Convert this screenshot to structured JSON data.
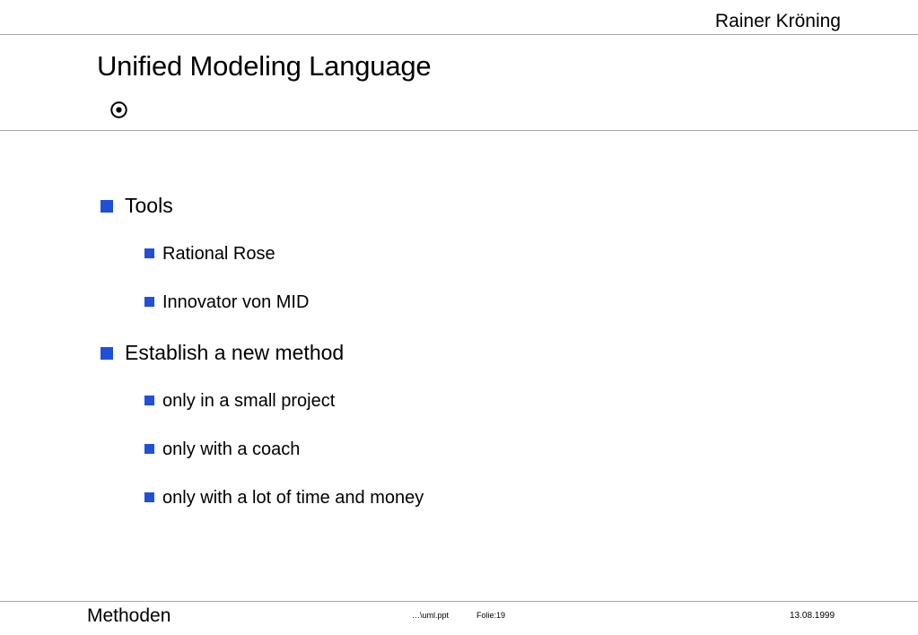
{
  "header": {
    "author": "Rainer Kröning",
    "title": "Unified Modeling Language",
    "title_icon": "target-dot-icon"
  },
  "body": {
    "items": [
      {
        "level": 1,
        "text": "Tools"
      },
      {
        "level": 2,
        "text": "Rational Rose"
      },
      {
        "level": 2,
        "text": "Innovator von MID"
      },
      {
        "level": 1,
        "text": "Establish a new method"
      },
      {
        "level": 2,
        "text": "only in a small project"
      },
      {
        "level": 2,
        "text": "only with a coach"
      },
      {
        "level": 2,
        "text": "only with a lot of time and money"
      }
    ]
  },
  "footer": {
    "section": "Methoden",
    "file": "…\\uml.ppt",
    "slide_number": "Folie:19",
    "date": "13.08.1999"
  },
  "colors": {
    "bullet_blue": "#2050d8",
    "rule_gray": "#a6a6a6",
    "text": "#000000",
    "background": "#ffffff"
  }
}
